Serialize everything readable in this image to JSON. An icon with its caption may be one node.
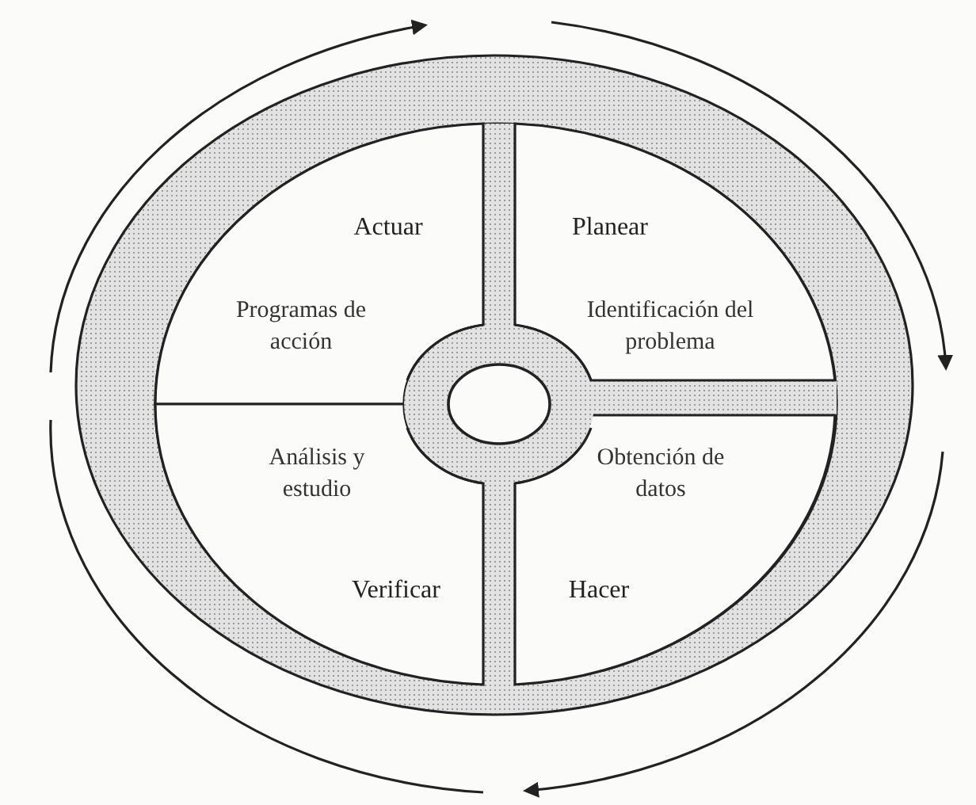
{
  "diagram": {
    "labels": [
      "Actuar",
      "Planear",
      "Programas de acción",
      "Identificación del problema",
      "Análisis y estudio",
      "Obtención de datos",
      "Verificar",
      "Hacer"
    ]
  }
}
